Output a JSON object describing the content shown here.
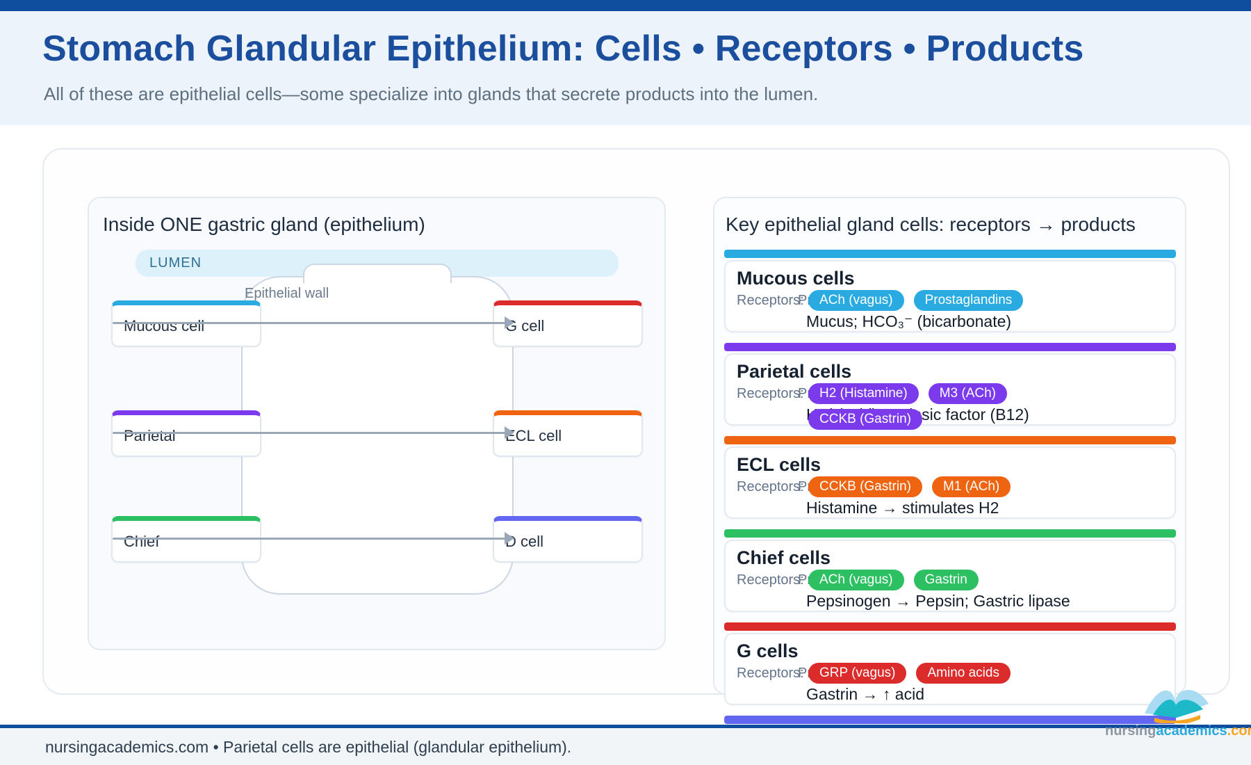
{
  "theme": {
    "accent": "#0f4d9e",
    "title_color": "#1b4f9e",
    "lumen_bg": "#ddf1fb"
  },
  "header": {
    "title": "Stomach Glandular Epithelium: Cells • Receptors • Products",
    "subtitle": "All of these are epithelial cells—some specialize into glands that secrete products into the lumen."
  },
  "gland_panel": {
    "title": "Inside ONE gastric gland (epithelium)",
    "lumen_label": "LUMEN",
    "wall_label": "Epithelial wall",
    "left_cells": [
      {
        "label": "Mucous cell",
        "color": "#29abe2"
      },
      {
        "label": "Parietal",
        "color": "#7c3aed"
      },
      {
        "label": "Chief",
        "color": "#2cc063"
      }
    ],
    "right_cells": [
      {
        "label": "G cell",
        "color": "#dc2b2b"
      },
      {
        "label": "ECL cell",
        "color": "#ee6410"
      },
      {
        "label": "D cell",
        "color": "#6366f1"
      }
    ]
  },
  "cells_panel": {
    "title": "Key epithelial gland cells: receptors → products",
    "receptors_label": "Receptors:",
    "products_label": "Products:",
    "cards": [
      {
        "name": "Mucous cells",
        "color": "#29abe2",
        "receptors": [
          "ACh (vagus)",
          "Prostaglandins"
        ],
        "products": "Mucus; HCO₃⁻ (bicarbonate)"
      },
      {
        "name": "Parietal cells",
        "color": "#7c3aed",
        "receptors": [
          "H2 (Histamine)",
          "M3 (ACh)",
          "CCKB (Gastrin)"
        ],
        "products": "HCl (acid); Intrinsic factor (B12)"
      },
      {
        "name": "ECL cells",
        "color": "#ee6410",
        "receptors": [
          "CCKB (Gastrin)",
          "M1 (ACh)"
        ],
        "products": "Histamine → stimulates H2"
      },
      {
        "name": "Chief cells",
        "color": "#2cc063",
        "receptors": [
          "ACh (vagus)",
          "Gastrin"
        ],
        "products": "Pepsinogen → Pepsin; Gastric lipase"
      },
      {
        "name": "G cells",
        "color": "#dc2b2b",
        "receptors": [
          "GRP (vagus)",
          "Amino acids"
        ],
        "products": "Gastrin → ↑ acid"
      }
    ],
    "partial_strip_color": "#6366f1"
  },
  "footer": {
    "text": "nursingacademics.com • Parietal cells are epithelial (glandular epithelium)."
  },
  "logo": {
    "nursing": "nursing",
    "academics": "academics",
    "dotcom": ".com"
  }
}
